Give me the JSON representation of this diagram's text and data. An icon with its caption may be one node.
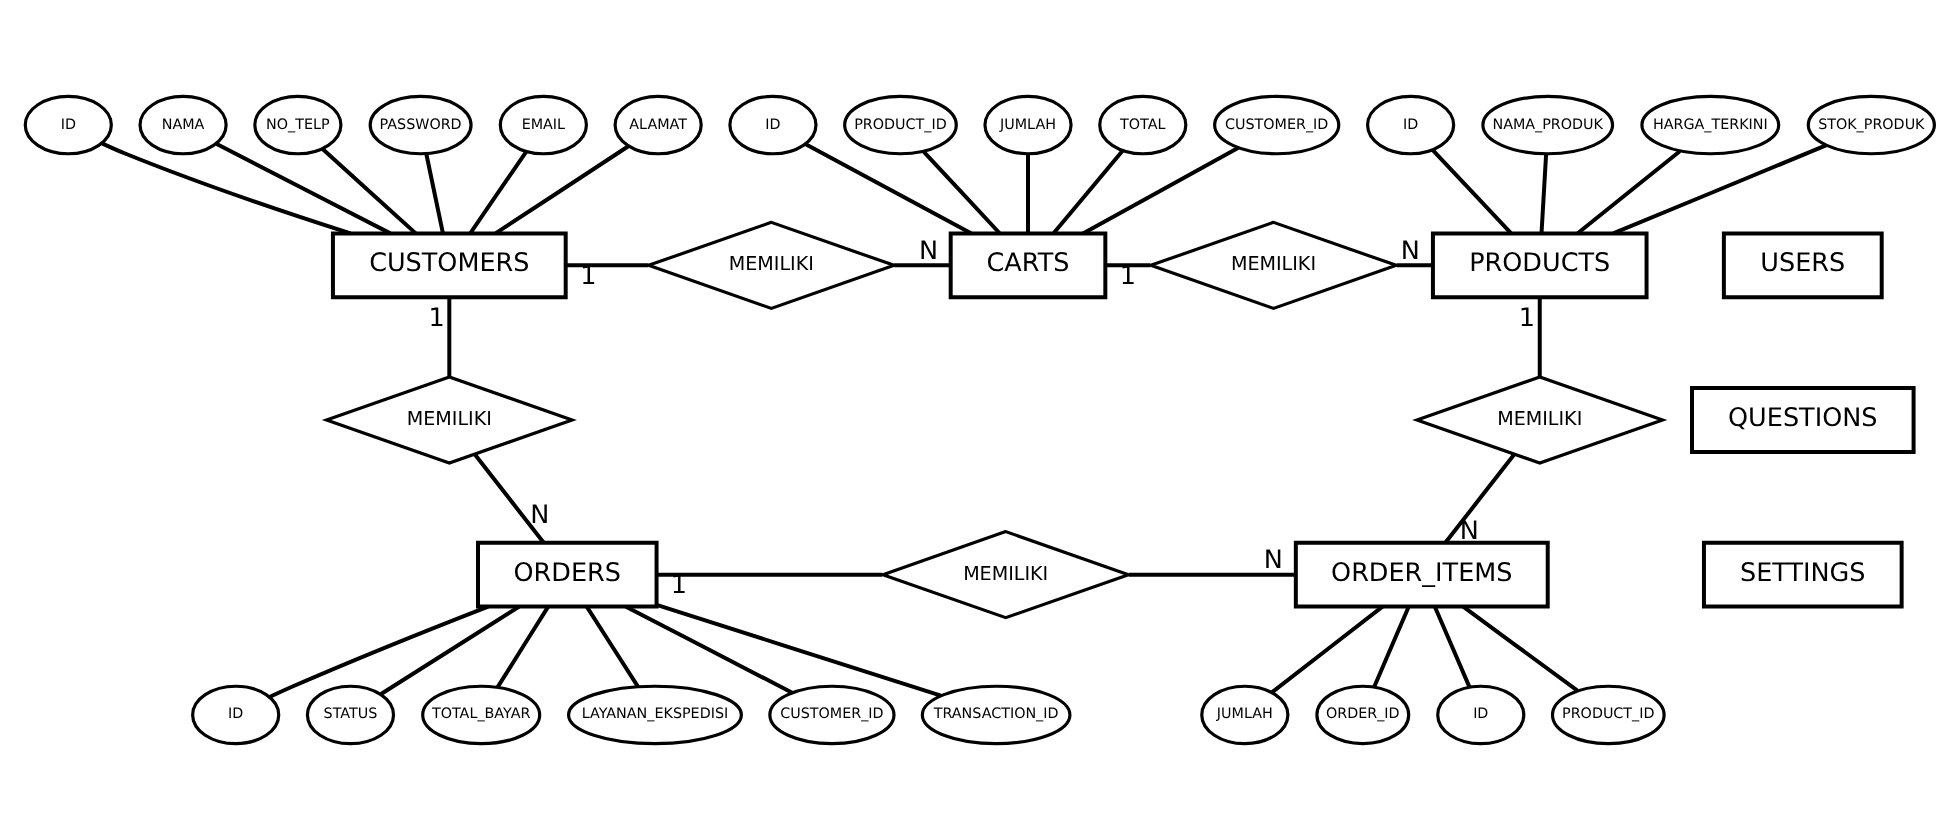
{
  "diagram": {
    "nodes": [
      {
        "text": [
          "CUSTOMERS"
        ]
      },
      {
        "text": [
          "ID"
        ]
      },
      {
        "text": [
          "NAMA"
        ]
      },
      {
        "text": [
          "NO_TELP"
        ]
      },
      {
        "text": [
          "PASSWORD"
        ]
      },
      {
        "text": [
          "EMAIL"
        ]
      },
      {
        "text": [
          "ALAMAT"
        ]
      },
      {
        "text": [
          "MEMILIKI"
        ]
      },
      {
        "text": [
          "CARTS"
        ]
      },
      {
        "text": [
          "ID"
        ]
      },
      {
        "text": [
          "PRODUCT_ID"
        ]
      },
      {
        "text": [
          "JUMLAH"
        ]
      },
      {
        "text": [
          "TOTAL"
        ]
      },
      {
        "text": [
          "CUSTOMER_ID"
        ]
      },
      {
        "text": [
          "MEMILIKI"
        ]
      },
      {
        "text": [
          "PRODUCTS"
        ]
      },
      {
        "text": [
          "ID"
        ]
      },
      {
        "text": [
          "NAMA_PRODUK"
        ]
      },
      {
        "text": [
          "HARGA_TERKINI"
        ]
      },
      {
        "text": [
          "STOK_PRODUK"
        ]
      },
      {
        "text": [
          "MEMILIKI"
        ]
      },
      {
        "text": [
          "MEMILIKI"
        ]
      },
      {
        "text": [
          "USERS"
        ]
      },
      {
        "text": [
          "QUESTIONS"
        ]
      },
      {
        "text": [
          "SETTINGS"
        ]
      },
      {
        "text": [
          "ORDERS"
        ]
      },
      {
        "text": [
          "ID"
        ]
      },
      {
        "text": [
          "STATUS"
        ]
      },
      {
        "text": [
          "TOTAL_BAYAR"
        ]
      },
      {
        "text": [
          "LAYANAN_EKSPEDISI"
        ]
      },
      {
        "text": [
          "CUSTOMER_ID"
        ]
      },
      {
        "text": [
          "TRANSACTION_ID"
        ]
      },
      {
        "text": [
          "MEMILIKI"
        ]
      },
      {
        "text": [
          "ORDER_ITEMS"
        ]
      },
      {
        "text": [
          "ID"
        ]
      },
      {
        "text": [
          "PRODUCT_ID"
        ]
      },
      {
        "text": [
          "JUMLAH"
        ]
      },
      {
        "text": [
          "ORDER_ID"
        ]
      }
    ],
    "edges": [
      {
        "from": 1,
        "to": 0,
        "arrow": "none"
      },
      {
        "from": 2,
        "to": 0,
        "arrow": "none"
      },
      {
        "from": 3,
        "to": 0,
        "arrow": "none"
      },
      {
        "from": 4,
        "to": 0,
        "arrow": "none"
      },
      {
        "from": 5,
        "to": 0,
        "arrow": "none"
      },
      {
        "from": 6,
        "to": 0,
        "arrow": "none"
      },
      {
        "from": 9,
        "to": 8,
        "arrow": "none"
      },
      {
        "from": 10,
        "to": 8,
        "arrow": "none"
      },
      {
        "from": 11,
        "to": 8,
        "arrow": "none"
      },
      {
        "from": 12,
        "to": 8,
        "arrow": "none"
      },
      {
        "from": 13,
        "to": 8,
        "arrow": "none"
      },
      {
        "from": 16,
        "to": 15,
        "arrow": "none"
      },
      {
        "from": 17,
        "to": 15,
        "arrow": "none"
      },
      {
        "from": 18,
        "to": 15,
        "arrow": "none"
      },
      {
        "from": 19,
        "to": 15,
        "arrow": "none"
      },
      {
        "from": 0,
        "to": 7,
        "arrow": "none",
        "label": "1"
      },
      {
        "from": 7,
        "to": 8,
        "arrow": "none",
        "label": "N"
      },
      {
        "from": 8,
        "to": 14,
        "arrow": "none",
        "label": "1"
      },
      {
        "from": 14,
        "to": 15,
        "arrow": "none",
        "label": "N"
      },
      {
        "from": 0,
        "to": 20,
        "arrow": "none",
        "label": "1"
      },
      {
        "from": 15,
        "to": 21,
        "arrow": "none",
        "label": "1"
      },
      {
        "from": 20,
        "to": 25,
        "arrow": "none",
        "label": "N"
      },
      {
        "from": 21,
        "to": 33,
        "arrow": "none",
        "label": "N"
      },
      {
        "from": 25,
        "to": 32,
        "arrow": "none",
        "label": "1"
      },
      {
        "from": 32,
        "to": 33,
        "arrow": "none",
        "label": "N"
      },
      {
        "from": 25,
        "to": 26,
        "arrow": "none"
      },
      {
        "from": 25,
        "to": 27,
        "arrow": "none"
      },
      {
        "from": 25,
        "to": 28,
        "arrow": "none"
      },
      {
        "from": 25,
        "to": 29,
        "arrow": "none"
      },
      {
        "from": 25,
        "to": 30,
        "arrow": "none"
      },
      {
        "from": 25,
        "to": 31,
        "arrow": "none"
      },
      {
        "from": 33,
        "to": 34,
        "arrow": "none"
      },
      {
        "from": 33,
        "to": 35,
        "arrow": "none"
      },
      {
        "from": 33,
        "to": 36,
        "arrow": "none"
      },
      {
        "from": 33,
        "to": 37,
        "arrow": "none"
      }
    ]
  }
}
